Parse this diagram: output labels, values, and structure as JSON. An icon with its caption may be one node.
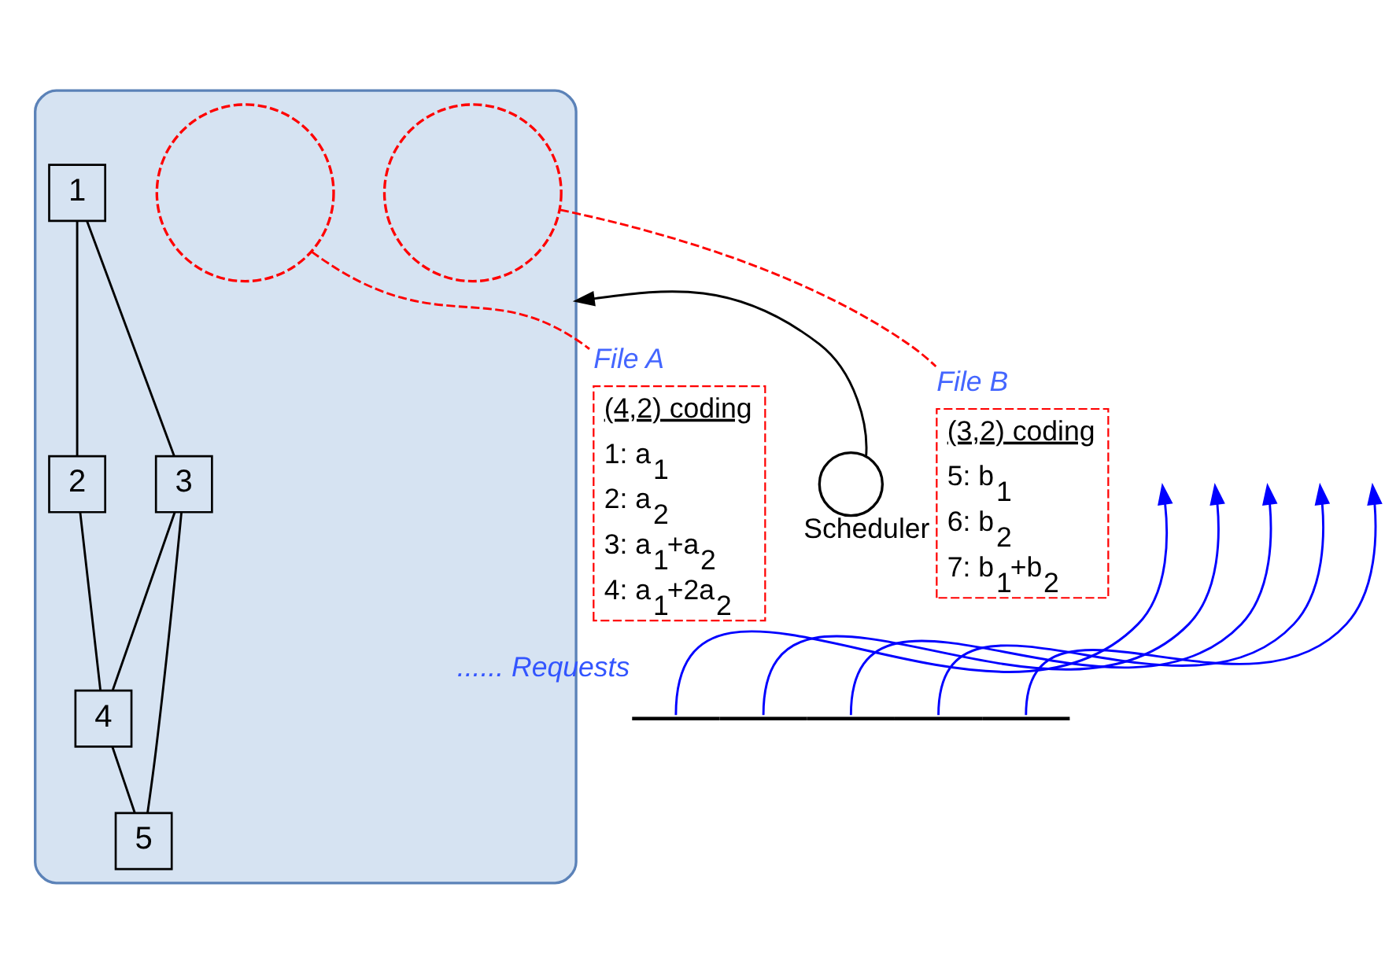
{
  "diagram": {
    "nodes": [
      {
        "text": [],
        "shape": "cloud"
      },
      {
        "text": [],
        "shape": "circle",
        "in": 0
      },
      {
        "text": [],
        "shape": "circle",
        "in": 0
      },
      {
        "text": [
          "1"
        ],
        "in": 0
      },
      {
        "text": [
          "2"
        ],
        "in": 0
      },
      {
        "text": [
          "3"
        ],
        "in": 0
      },
      {
        "text": [
          "4"
        ],
        "in": 0
      },
      {
        "text": [
          "5"
        ],
        "in": 0
      },
      {
        "text": [
          "File A",
          "(4,2) coding",
          "1: a$_{1}$",
          "2: a$_{2}$",
          "3: a$_{1}$+a$_{2}$",
          "4: a$_{1}$+2a$_{2}$"
        ]
      },
      {
        "text": [
          "File B",
          "(3,2) coding",
          "5: b$_{1}$",
          "6: b$_{2}$",
          "7: b$_{1}$+b$_{2}$"
        ]
      },
      {
        "text": [],
        "shape": "circle",
        "beside": [
          "Scheduler"
        ]
      },
      {
        "text": [],
        "shape": "bar",
        "beside": [
          "...... Requests"
        ]
      }
    ],
    "edges": [
      {
        "from": 3,
        "to": 5,
        "arrow": "none"
      },
      {
        "from": 3,
        "to": 4,
        "arrow": "none"
      },
      {
        "from": 5,
        "to": 7,
        "arrow": "none"
      },
      {
        "from": 5,
        "to": 6,
        "arrow": "none"
      },
      {
        "from": 4,
        "to": 6,
        "arrow": "none"
      },
      {
        "from": 6,
        "to": 7,
        "arrow": "none"
      },
      {
        "from": 1,
        "to": 8,
        "arrow": "none",
        "style": "dashed",
        "color": "#ff0000"
      },
      {
        "from": 2,
        "to": 9,
        "arrow": "none",
        "style": "dashed",
        "color": "#ff0000"
      },
      {
        "from": 10,
        "to": 0,
        "arrow": "to"
      },
      {
        "from": 11,
        "to": null,
        "arrow": "to",
        "color": "#0000ff"
      },
      {
        "from": 11,
        "to": null,
        "arrow": "to",
        "color": "#0000ff"
      },
      {
        "from": 11,
        "to": null,
        "arrow": "to",
        "color": "#0000ff"
      },
      {
        "from": 11,
        "to": null,
        "arrow": "to",
        "color": "#0000ff"
      },
      {
        "from": 11,
        "to": null,
        "arrow": "to",
        "color": "#0000ff"
      }
    ]
  }
}
